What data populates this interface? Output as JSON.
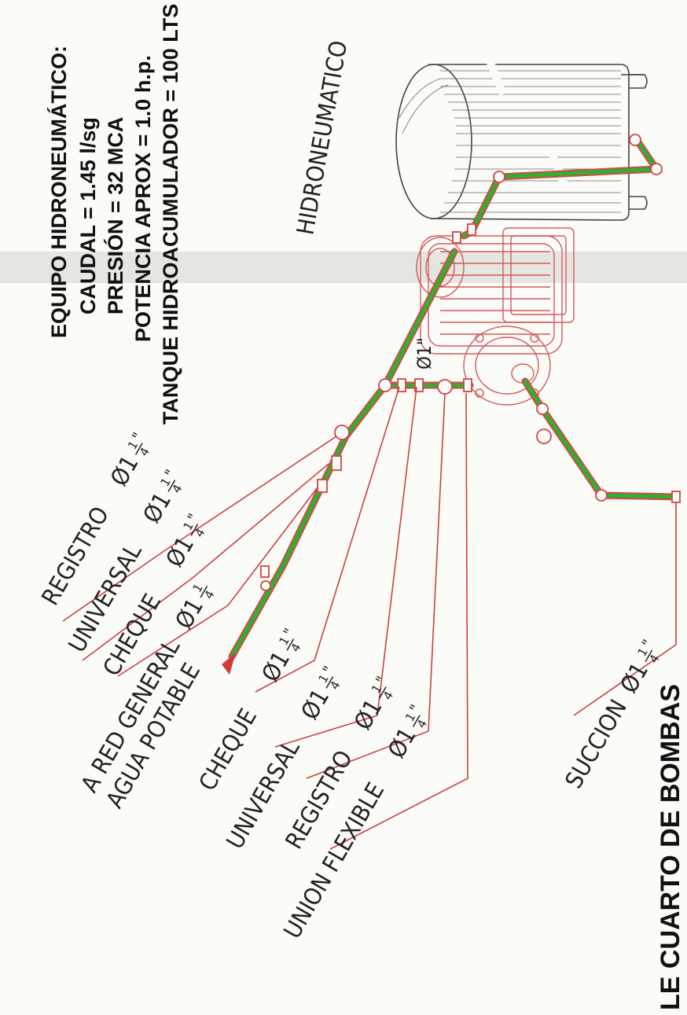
{
  "equipment_spec": {
    "title": "EQUIPO HIDRONEUMÁTICO:",
    "lines": [
      "CAUDAL = 1.45 l/sg",
      "PRESIÓN = 32 MCA",
      "POTENCIA APROX = 1.0 h.p.",
      "TANQUE HIDROACUMULADOR = 100 LTS"
    ]
  },
  "tank_label": "HIDRONEUMATICO",
  "pipe_size_label": "Ø1\"",
  "diameter_prefix": "Ø1",
  "fraction": {
    "numerator": "1",
    "denominator": "4"
  },
  "inch_mark": "\"",
  "callouts_discharge": [
    {
      "text": "REGISTRO"
    },
    {
      "text": "UNIVERSAL"
    },
    {
      "text": "CHEQUE"
    }
  ],
  "network": {
    "line1": "A RED GENERAL",
    "line2": "AGUA POTABLE"
  },
  "callouts_pump": [
    {
      "text": "CHEQUE"
    },
    {
      "text": "UNIVERSAL"
    },
    {
      "text": "REGISTRO"
    },
    {
      "text": "UNION FLEXIBLE"
    }
  ],
  "suction": {
    "text": "SUCCION"
  },
  "footer_title": "LE CUARTO DE BOMBAS",
  "colors": {
    "pipe_green": "#2fb030",
    "fitting_red": "#d04545",
    "text": "#111111"
  }
}
